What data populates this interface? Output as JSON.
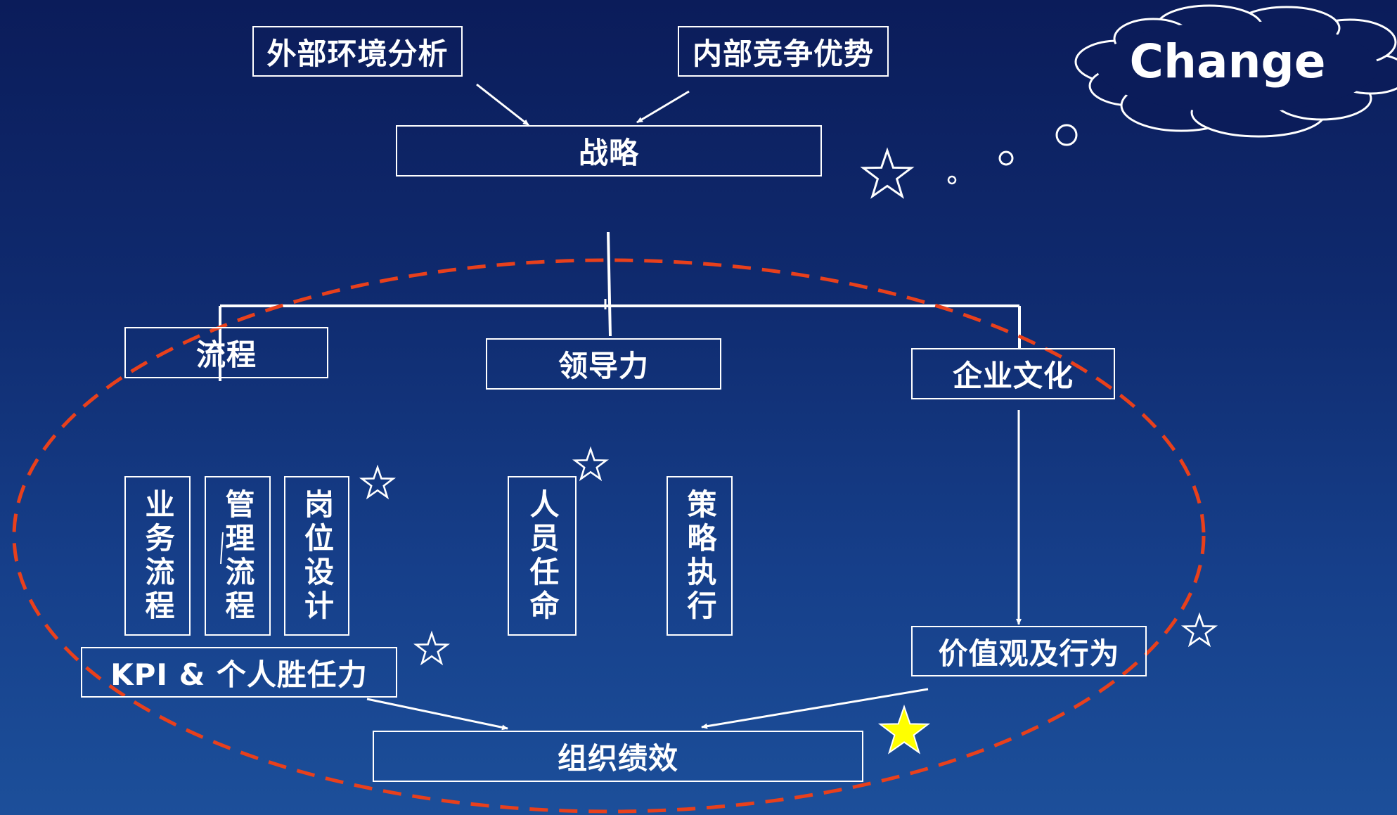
{
  "top": {
    "external_analysis": "外部环境分析",
    "internal_advantage": "内部竞争优势",
    "strategy": "战略"
  },
  "pillars": {
    "process": "流程",
    "leadership": "领导力",
    "culture": "企业文化"
  },
  "sub_items": {
    "business_process": "业务流程",
    "management_process": "管理流程",
    "position_design": "岗位设计",
    "personnel_appointment": "人员任命",
    "strategy_execution": "策略执行"
  },
  "bottom": {
    "kpi": "KPI & 个人胜任力",
    "values": "价值观及行为",
    "performance": "组织绩效"
  },
  "cloud": {
    "label": "Change"
  },
  "colors": {
    "line": "#ffffff",
    "dashed_ellipse": "#e8401c",
    "highlight_star": "#ffff00",
    "background_top": "#0b1c5a",
    "background_bottom": "#1c4f9a"
  }
}
